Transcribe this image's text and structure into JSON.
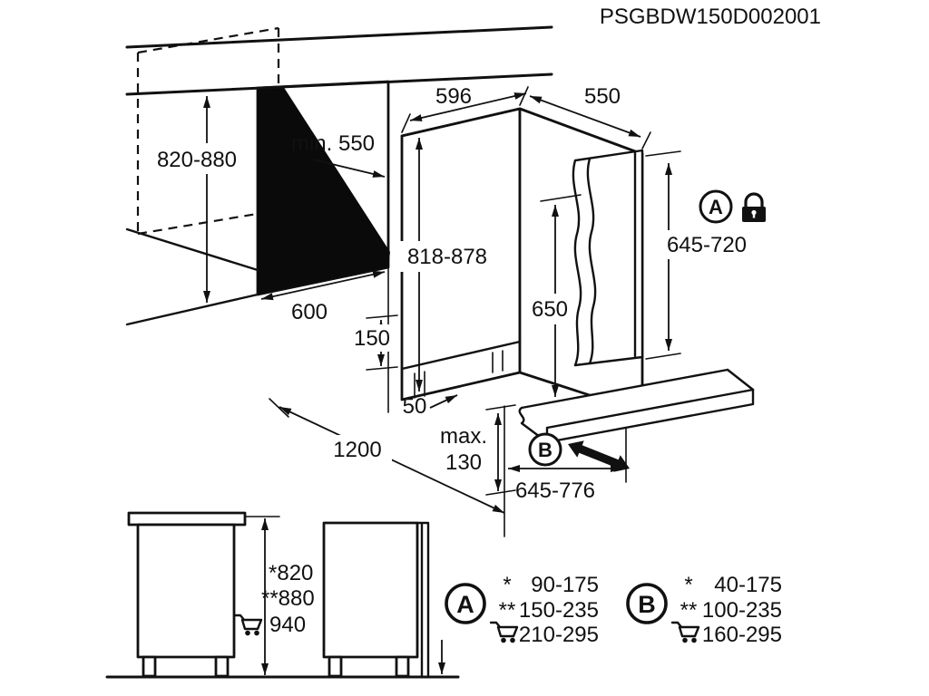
{
  "title": "PSGBDW150D002001",
  "dims": {
    "niche_height": "820-880",
    "niche_depth": "min. 550",
    "appliance_width": "596",
    "appliance_depth": "550",
    "appliance_height": "818-878",
    "furniture_door_height": "645-720",
    "door_fixing_height": "650",
    "niche_width": "600",
    "plinth_height": "150",
    "side_clearance": "50",
    "open_door_depth": "1200",
    "plinth_recess_label": "max.",
    "plinth_recess_value": "130",
    "plinth_panel_width": "645-776"
  },
  "badges": {
    "a": "A",
    "b": "B"
  },
  "side_views": {
    "height_star": "*820",
    "height_double_star": "**880",
    "height_cart": "940"
  },
  "legend": {
    "star_symbol": "*",
    "double_star_symbol": "**",
    "a": {
      "star": "90-175",
      "double_star": "150-235",
      "cart": "210-295"
    },
    "b": {
      "star": "40-175",
      "double_star": "100-235",
      "cart": "160-295"
    }
  }
}
